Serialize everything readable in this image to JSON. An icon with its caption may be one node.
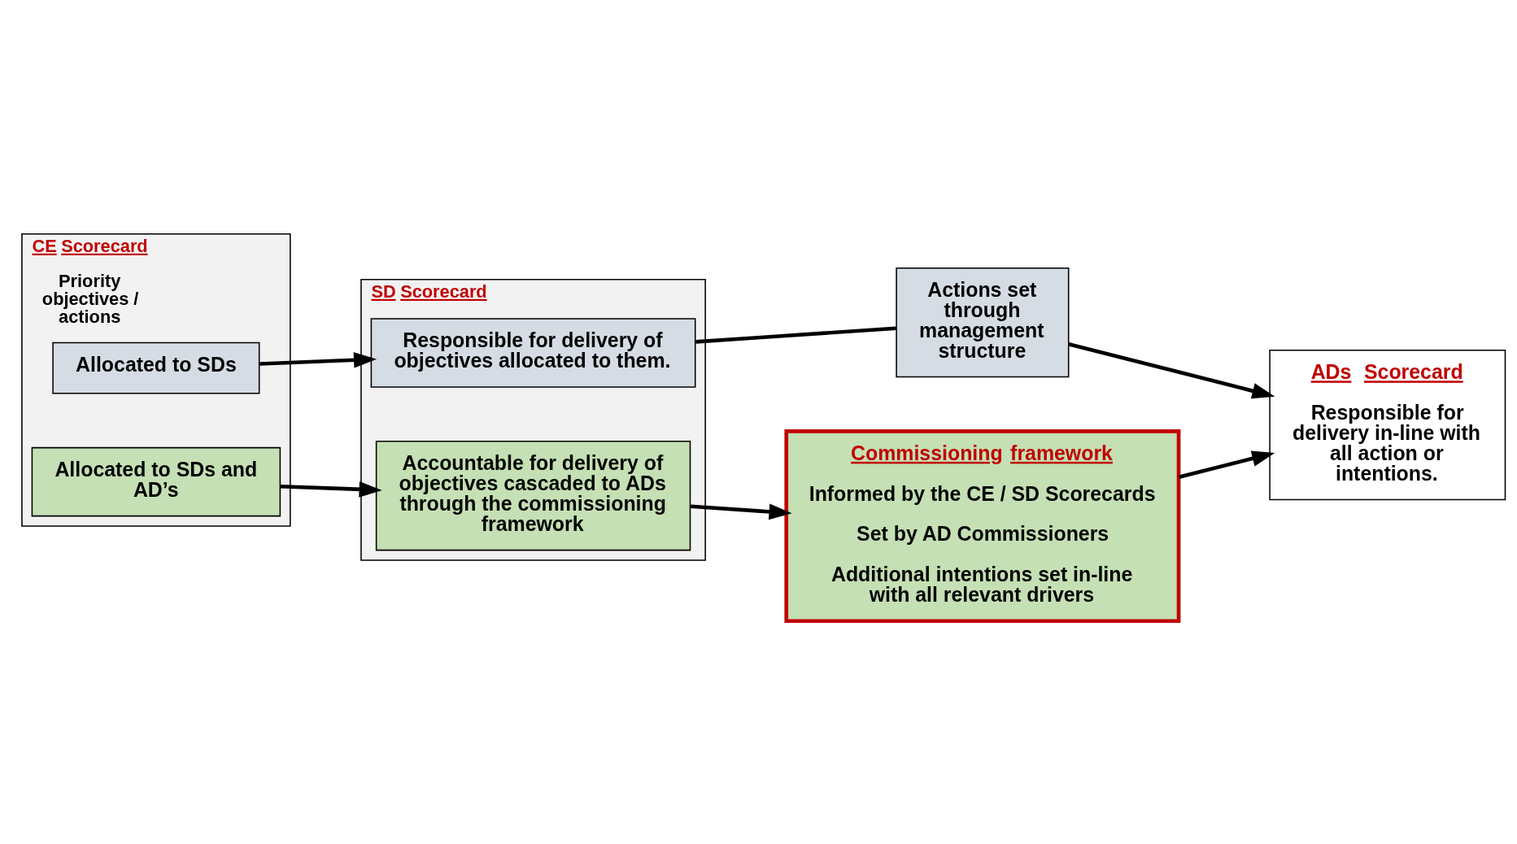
{
  "diagram": {
    "nodes": [
      {
        "text": [
          "CE Scorecard",
          "Priority objectives / actions"
        ]
      },
      {
        "text": [
          "Allocated to SDs"
        ],
        "in": 0
      },
      {
        "text": [
          "Allocated to SDs and AD’s"
        ],
        "in": 0
      },
      {
        "text": [
          "SD Scorecard"
        ]
      },
      {
        "text": [
          "Responsible for delivery of objectives allocated to them."
        ],
        "in": 3
      },
      {
        "text": [
          "Accountable for delivery of objectives cascaded to ADs through the commissioning framework"
        ],
        "in": 3
      },
      {
        "text": [
          "Actions set through management structure"
        ]
      },
      {
        "text": [
          "Commissioning framework",
          "Informed by the CE / SD Scorecards",
          "Set by AD Commissioners",
          "Additional intentions set in-line with all relevant drivers"
        ]
      },
      {
        "text": [
          "ADs  Scorecard",
          "Responsible for delivery in-line with all action or intentions."
        ]
      }
    ],
    "edges": [
      {
        "from": 1,
        "to": 4,
        "arrow": "to"
      },
      {
        "from": 2,
        "to": 5,
        "arrow": "to"
      },
      {
        "from": 4,
        "to": 6,
        "arrow": "none"
      },
      {
        "from": 5,
        "to": 7,
        "arrow": "to"
      },
      {
        "from": 6,
        "to": 8,
        "arrow": "to"
      },
      {
        "from": 7,
        "to": 8,
        "arrow": "to"
      }
    ]
  }
}
